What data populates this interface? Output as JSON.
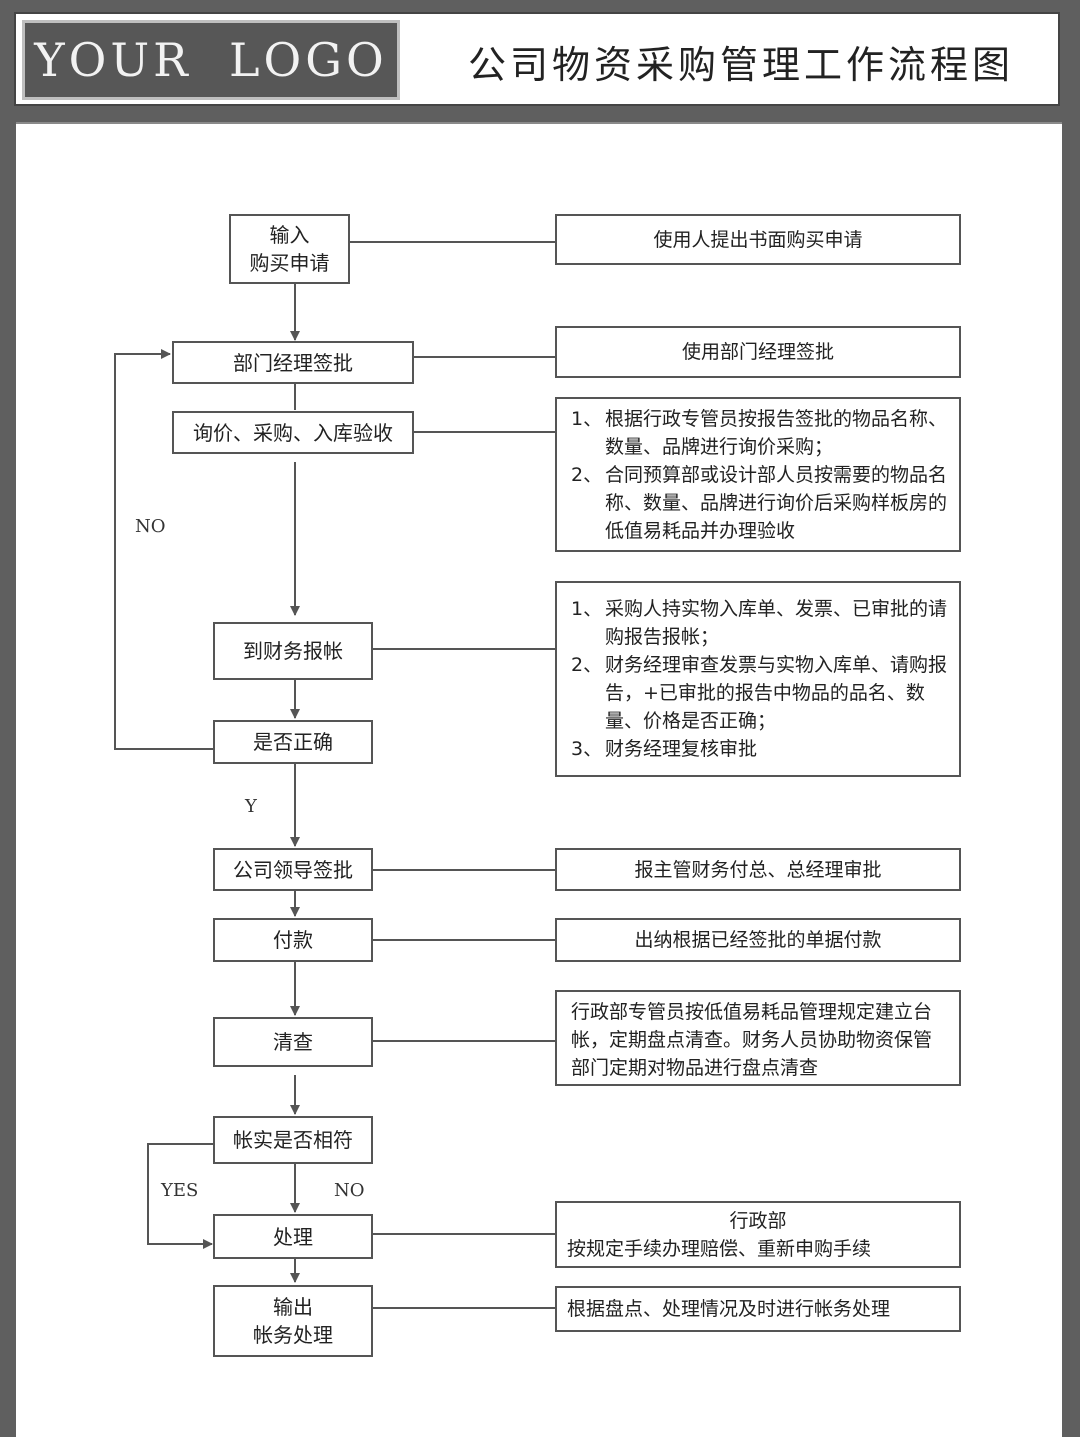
{
  "header": {
    "logo": "YOUR  LOGO",
    "title": "公司物资采购管理工作流程图"
  },
  "steps": {
    "input_request": [
      "输入",
      "购买申请"
    ],
    "dept_approve": "部门经理签批",
    "inquiry": "询价、采购、入库验收",
    "finance_claim": "到财务报帐",
    "is_correct": "是否正确",
    "leader_approve": "公司领导签批",
    "payment": "付款",
    "inventory_check": "清查",
    "account_match": "帐实是否相符",
    "handle": "处理",
    "output": [
      "输出",
      "帐务处理"
    ]
  },
  "descriptions": {
    "input_request": "使用人提出书面购买申请",
    "dept_approve": "使用部门经理签批",
    "inquiry": [
      {
        "num": "1、",
        "text": "根据行政专管员按报告签批的物品名称、数量、品牌进行询价采购；"
      },
      {
        "num": "2、",
        "text": "合同预算部或设计部人员按需要的物品名称、数量、品牌进行询价后采购样板房的低值易耗品并办理验收"
      }
    ],
    "finance_claim": [
      {
        "num": "1、",
        "text": "采购人持实物入库单、发票、已审批的请购报告报帐；"
      },
      {
        "num": "2、",
        "text": "财务经理审查发票与实物入库单、请购报告，+已审批的报告中物品的品名、数量、价格是否正确；"
      },
      {
        "num": "3、",
        "text": "财务经理复核审批"
      }
    ],
    "leader_approve": "报主管财务付总、总经理审批",
    "payment": "出纳根据已经签批的单据付款",
    "inventory_check": "行政部专管员按低值易耗品管理规定建立台帐，定期盘点清查。财务人员协助物资保管部门定期对物品进行盘点清查",
    "handle": [
      "行政部",
      "按规定手续办理赔偿、重新申购手续"
    ],
    "output": "根据盘点、处理情况及时进行帐务处理"
  },
  "labels": {
    "no_top": "NO",
    "yes_top": "Y",
    "yes_bottom": "YES",
    "no_bottom": "NO"
  },
  "colors": {
    "background": "#5f5f5f",
    "logo_bg": "#575757",
    "line": "#555555"
  }
}
